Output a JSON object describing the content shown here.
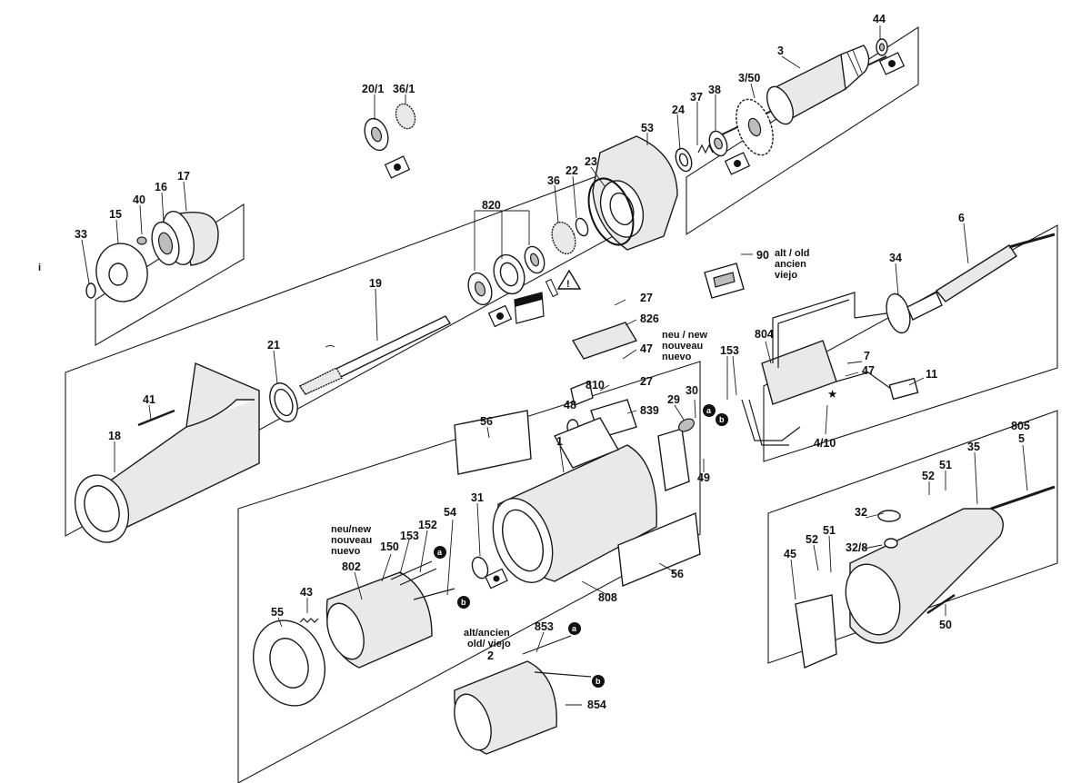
{
  "labels": {
    "p44": "44",
    "p3": "3",
    "p3_50": "3/50",
    "p38": "38",
    "p37": "37",
    "p24": "24",
    "p53": "53",
    "p20_1": "20/1",
    "p36_1": "36/1",
    "p23": "23",
    "p22": "22",
    "p36": "36",
    "p820": "820",
    "p17": "17",
    "p16": "16",
    "p40": "40",
    "p15": "15",
    "p33": "33",
    "p19": "19",
    "p21": "21",
    "p41": "41",
    "p18": "18",
    "p6": "6",
    "p34": "34",
    "p90": "90",
    "p27a": "27",
    "p826": "826",
    "p47a": "47",
    "p810": "810",
    "p27b": "27",
    "p48": "48",
    "p839": "839",
    "p29": "29",
    "p30": "30",
    "p49": "49",
    "p56a": "56",
    "p1": "1",
    "p31": "31",
    "p804": "804",
    "p153a": "153",
    "p7": "7",
    "p47b": "47",
    "p11": "11",
    "p4_10": "4/10",
    "p805": "805",
    "p5": "5",
    "p35": "35",
    "p51a": "51",
    "p52a": "52",
    "p32": "32",
    "p32_8": "32/8",
    "p52b": "52",
    "p51b": "51",
    "p45": "45",
    "p50": "50",
    "p56b": "56",
    "p808": "808",
    "p54": "54",
    "p152": "152",
    "p153b": "153",
    "p150": "150",
    "p802": "802",
    "p43": "43",
    "p55": "55",
    "p853": "853",
    "p2": "2",
    "p854": "854"
  },
  "notes": {
    "old_90_line1": "alt / old",
    "old_90_line2": "ancien",
    "old_90_line3": "viejo",
    "new_826_line1": "neu / new",
    "new_826_line2": "nouveau",
    "new_826_line3": "nuevo",
    "new_802_line1": "neu/new",
    "new_802_line2": "nouveau",
    "new_802_line3": "nuevo",
    "old_2_line1": "alt/ancien",
    "old_2_line2": "old/ viejo"
  },
  "connectors": {
    "a": "a",
    "b": "b"
  },
  "symbols": {
    "star": "★",
    "warning": "!",
    "stray_mark": "i"
  }
}
